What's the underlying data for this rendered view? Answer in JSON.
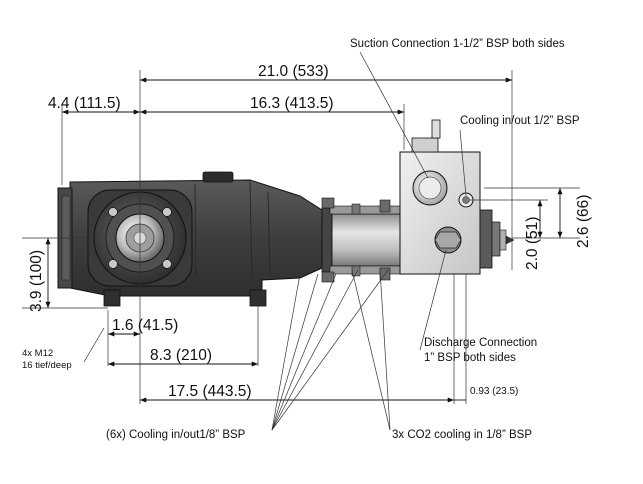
{
  "dimensions": {
    "overall_length": "21.0 (533)",
    "motor_length": "16.3 (413.5)",
    "left_offset": "4.4 (111.5)",
    "height_left": "3.9 (100)",
    "dim_1_6": "1.6 (41.5)",
    "dim_8_3": "8.3 (210)",
    "dim_17_5": "17.5 (443.5)",
    "dim_0_93": "0.93 (23.5)",
    "dim_2_6": "2.6 (66)",
    "dim_2_0": "2.0 (51)"
  },
  "labels": {
    "suction": "Suction Connection 1-1/2” BSP both sides",
    "cooling_half": "Cooling in/out 1/2” BSP",
    "discharge_line1": "Discharge Connection",
    "discharge_line2": "1” BSP both sides",
    "mount_line1": "4x M12",
    "mount_line2": "16 tief/deep",
    "cooling_eighth": "(6x) Cooling in/out1/8” BSP",
    "co2_cooling": "3x CO2 cooling in 1/8” BSP"
  },
  "colors": {
    "body_dark": "#3d3d3d",
    "body_mid": "#555555",
    "metal_light": "#d4d4d4",
    "shaft": "#b8b8b8"
  }
}
